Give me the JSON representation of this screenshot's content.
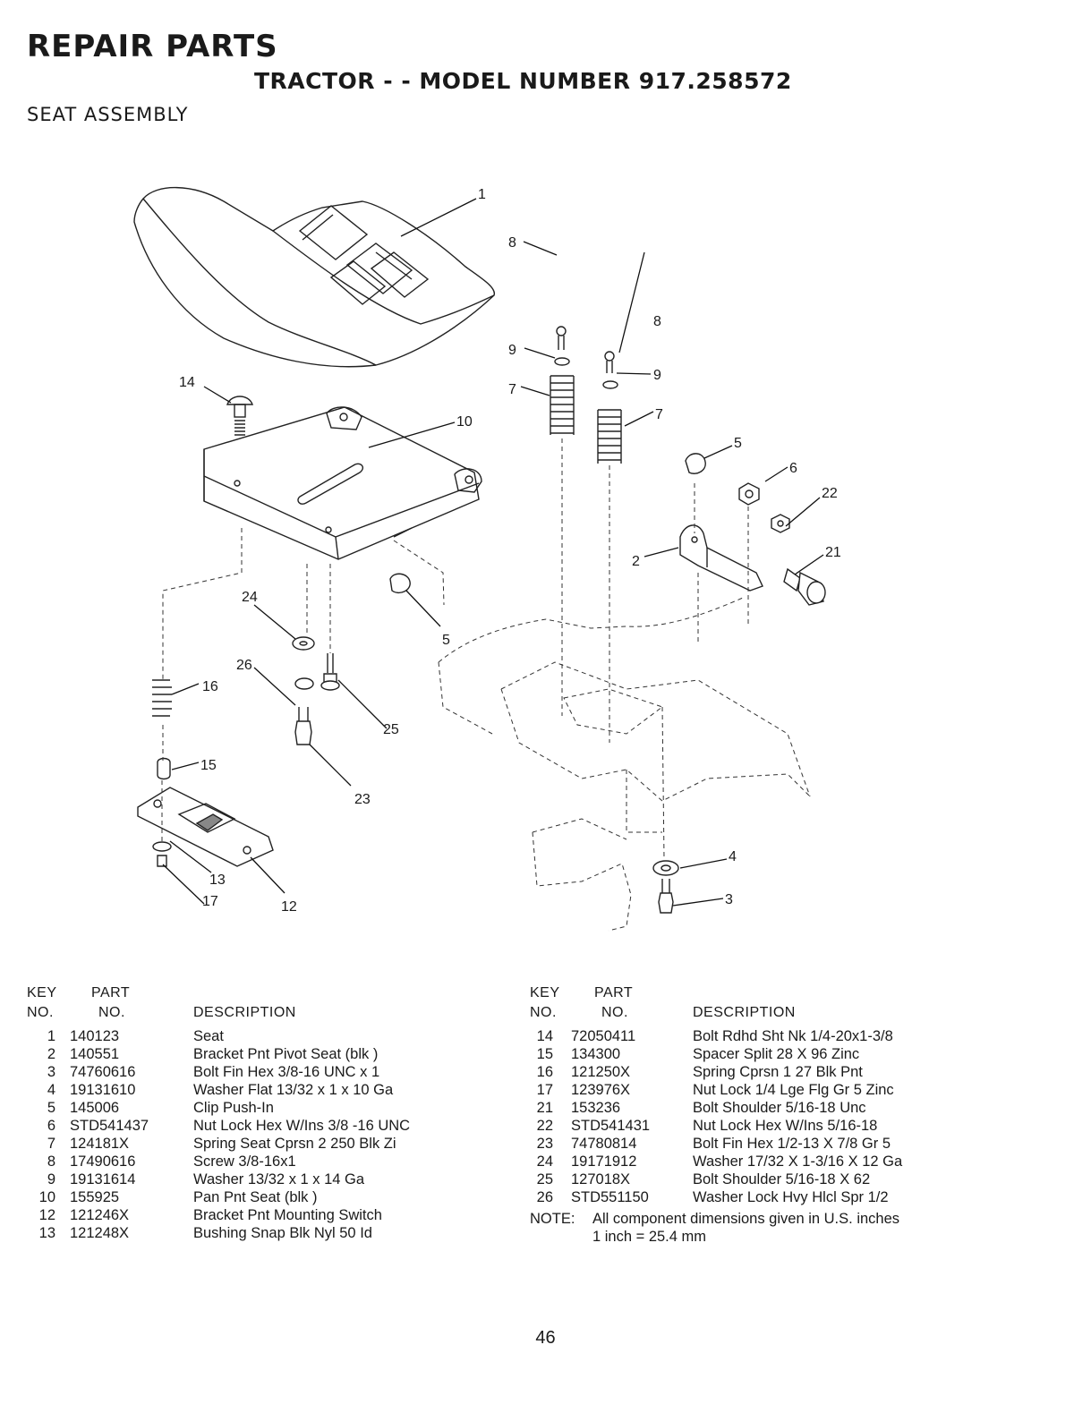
{
  "header": {
    "title": "REPAIR PARTS",
    "subtitle": "TRACTOR - - MODEL NUMBER 917.258572",
    "section": "SEAT ASSEMBLY"
  },
  "diagram": {
    "callouts": [
      "1",
      "14",
      "10",
      "8",
      "9",
      "8",
      "9",
      "7",
      "7",
      "5",
      "6",
      "22",
      "2",
      "21",
      "24",
      "5",
      "26",
      "25",
      "16",
      "15",
      "23",
      "13",
      "17",
      "12",
      "4",
      "3"
    ]
  },
  "table_headers": {
    "key_line1": "KEY",
    "key_line2": "NO.",
    "part_line1": "PART",
    "part_line2": "NO.",
    "description": "DESCRIPTION"
  },
  "parts_left": [
    {
      "key": "1",
      "part": "140123",
      "desc": "Seat"
    },
    {
      "key": "2",
      "part": "140551",
      "desc": "Bracket Pnt Pivot Seat (blk )"
    },
    {
      "key": "3",
      "part": "74760616",
      "desc": "Bolt Fin  Hex 3/8-16 UNC x 1"
    },
    {
      "key": "4",
      "part": "19131610",
      "desc": "Washer Flat 13/32 x 1 x 10 Ga"
    },
    {
      "key": "5",
      "part": "145006",
      "desc": "Clip Push-In"
    },
    {
      "key": "6",
      "part": "STD541437",
      "desc": "Nut Lock Hex W/Ins 3/8 -16 UNC"
    },
    {
      "key": "7",
      "part": "124181X",
      "desc": "Spring Seat Cprsn 2 250 Blk Zi"
    },
    {
      "key": "8",
      "part": "17490616",
      "desc": "Screw 3/8-16x1"
    },
    {
      "key": "9",
      "part": "19131614",
      "desc": "Washer 13/32 x 1 x 14 Ga"
    },
    {
      "key": "10",
      "part": "155925",
      "desc": "Pan Pnt Seat (blk )"
    },
    {
      "key": "12",
      "part": "121246X",
      "desc": "Bracket Pnt Mounting Switch"
    },
    {
      "key": "13",
      "part": "121248X",
      "desc": "Bushing Snap Blk Nyl  50 Id"
    }
  ],
  "parts_right": [
    {
      "key": "14",
      "part": "72050411",
      "desc": "Bolt Rdhd Sht Nk 1/4-20x1-3/8"
    },
    {
      "key": "15",
      "part": "134300",
      "desc": "Spacer Split  28 X 96  Zinc"
    },
    {
      "key": "16",
      "part": "121250X",
      "desc": "Spring Cprsn 1 27 Blk Pnt"
    },
    {
      "key": "17",
      "part": "123976X",
      "desc": "Nut Lock 1/4 Lge Flg Gr 5 Zinc"
    },
    {
      "key": "21",
      "part": "153236",
      "desc": "Bolt Shoulder 5/16-18 Unc"
    },
    {
      "key": "22",
      "part": "STD541431",
      "desc": "Nut Lock Hex W/Ins 5/16-18"
    },
    {
      "key": "23",
      "part": "74780814",
      "desc": "Bolt Fin Hex 1/2-13 X 7/8 Gr 5"
    },
    {
      "key": "24",
      "part": "19171912",
      "desc": "Washer 17/32 X 1-3/16 X 12 Ga"
    },
    {
      "key": "25",
      "part": "127018X",
      "desc": "Bolt Shoulder 5/16-18 X  62"
    },
    {
      "key": "26",
      "part": "STD551150",
      "desc": "Washer Lock Hvy Hlcl Spr 1/2"
    }
  ],
  "note": {
    "label": "NOTE:",
    "line1": "All component dimensions given in U.S. inches",
    "line2": "1 inch = 25.4 mm"
  },
  "page_number": "46"
}
